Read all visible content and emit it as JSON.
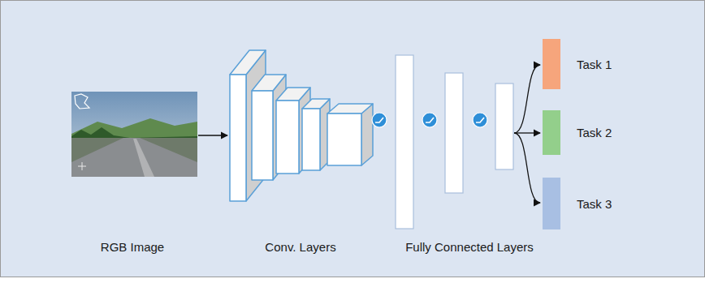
{
  "diagram": {
    "nodes": [
      {
        "text": [
          "Task 1"
        ]
      },
      {
        "text": [
          "Task 2"
        ]
      },
      {
        "text": [
          "Task 3"
        ]
      }
    ],
    "labels": [
      "RGB Image",
      "Conv. Layers",
      "Fully Connected Layers"
    ]
  }
}
